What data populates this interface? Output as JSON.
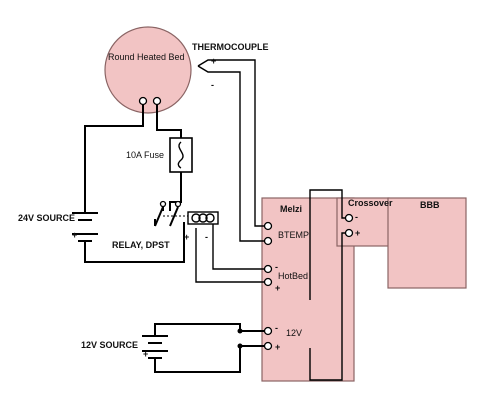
{
  "colors": {
    "board_fill": "#f2c4c4",
    "board_stroke": "#8a6464",
    "bed_fill": "#f2c4c4",
    "wire": "#000000"
  },
  "labels": {
    "heated_bed": "Round Heated Bed",
    "thermocouple": "THERMOCOUPLE",
    "fuse": "10A Fuse",
    "source_24v": "24V SOURCE",
    "relay": "RELAY, DPST",
    "source_12v": "12V SOURCE",
    "melzi": "Melzi",
    "crossover": "Crossover",
    "bbb": "BBB",
    "btemp": "BTEMP",
    "hotbed": "HotBed",
    "v12": "12V"
  },
  "polarity": {
    "tc_plus": "+",
    "tc_minus": "-",
    "src24_plus": "+",
    "relay_plus": "+",
    "relay_minus": "-",
    "hotbed_minus": "-",
    "hotbed_plus": "+",
    "crossover_minus": "-",
    "crossover_plus": "+",
    "v12_minus": "-",
    "v12_plus": "+",
    "src12_plus": "+"
  }
}
